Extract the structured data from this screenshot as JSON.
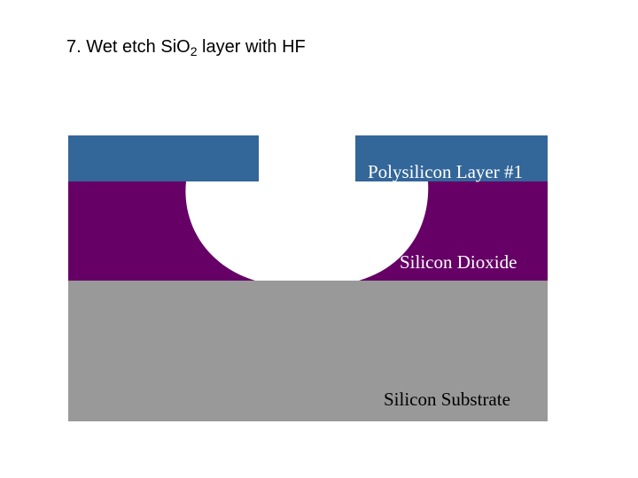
{
  "title": {
    "prefix": "7. Wet etch SiO",
    "subscript": "2",
    "suffix": " layer with HF"
  },
  "layers": {
    "polysilicon": {
      "label": "Polysilicon Layer #1",
      "color": "#336699"
    },
    "oxide": {
      "label": "Silicon Dioxide",
      "color": "#660066"
    },
    "substrate": {
      "label": "Silicon Substrate",
      "color": "#999999"
    }
  }
}
